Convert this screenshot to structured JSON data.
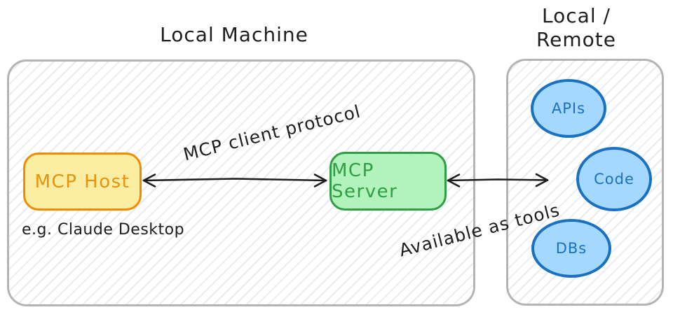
{
  "diagram": {
    "local_machine": {
      "title": "Local Machine",
      "host": {
        "label": "MCP Host",
        "caption": "e.g. Claude Desktop"
      },
      "server": {
        "label": "MCP Server"
      }
    },
    "remote": {
      "title": "Local /\nRemote",
      "nodes": [
        {
          "label": "APIs"
        },
        {
          "label": "Code"
        },
        {
          "label": "DBs"
        }
      ]
    },
    "arrows": [
      {
        "label": "MCP client protocol",
        "from": "MCP Host",
        "to": "MCP Server",
        "style": "double-headed"
      },
      {
        "label": "Available as tools",
        "from": "MCP Server",
        "to": "Local / Remote",
        "style": "double-headed"
      }
    ],
    "colors": {
      "host_fill": "#fbeea3",
      "host_border": "#f08c00",
      "host_text": "#e8930c",
      "server_fill": "#b2f2bb",
      "server_border": "#2f9e44",
      "server_text": "#2f9e44",
      "node_fill": "#a5d8ff",
      "node_border": "#1971c2",
      "node_text": "#1971c2",
      "container_border": "#b4b4b4",
      "hatch_line": "#e9ecf0",
      "arrow": "#1e1e1e",
      "text": "#1e1e1e"
    }
  }
}
